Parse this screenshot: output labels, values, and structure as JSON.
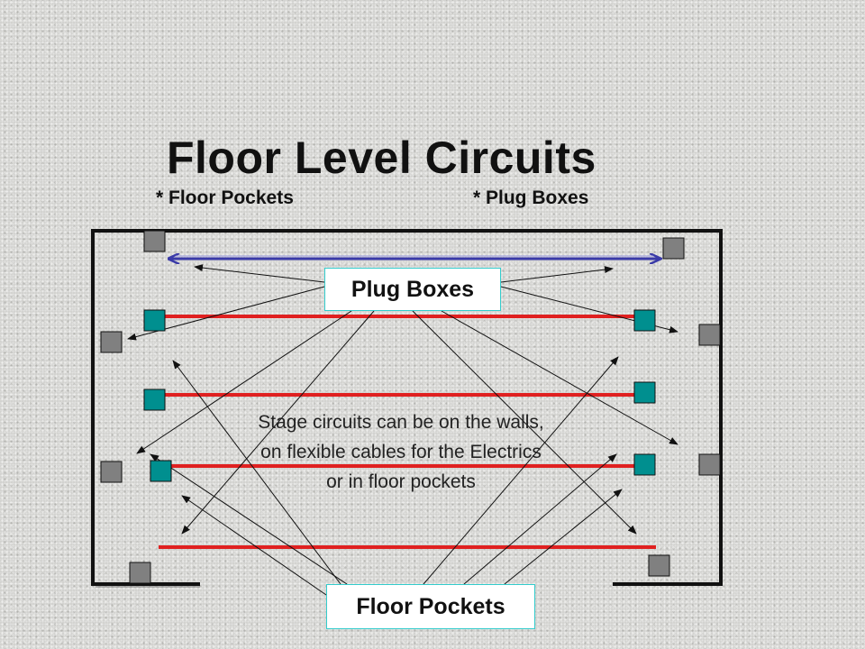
{
  "title": "Floor Level Circuits",
  "subtitle_left": "* Floor Pockets",
  "subtitle_right": "* Plug Boxes",
  "plug_boxes_label": "Plug Boxes",
  "floor_pockets_label": "Floor Pockets",
  "note_lines": [
    "Stage circuits can be on the walls,",
    "on flexible cables for the Electrics",
    "or in floor pockets"
  ],
  "colors": {
    "wall": "#111111",
    "electric_pipe": "#e02020",
    "batten": "#3a3aa8",
    "plug_box": "#008f8f",
    "floor_pocket": "#808080",
    "label_border": "#33cccc"
  }
}
